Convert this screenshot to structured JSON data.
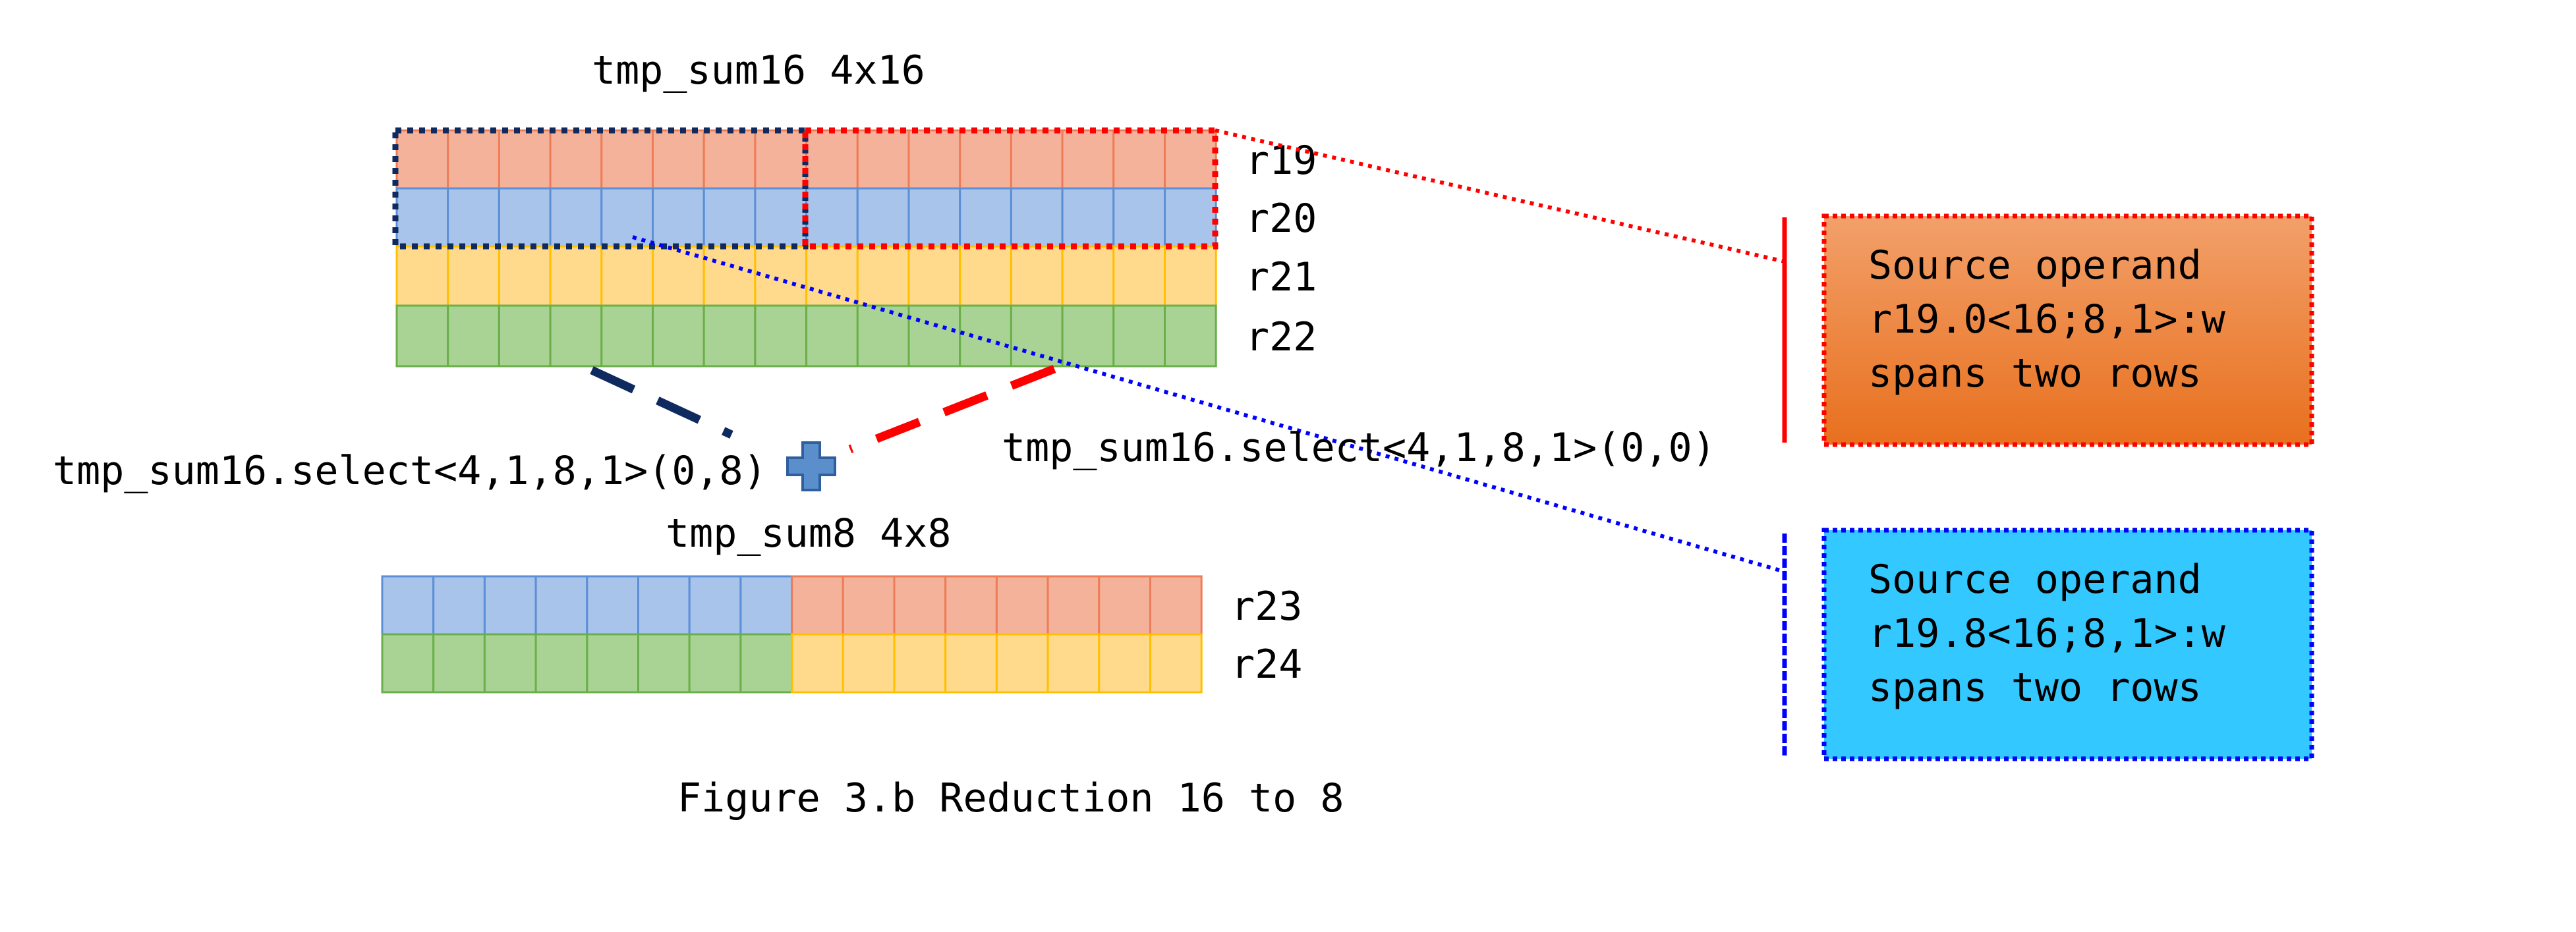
{
  "title_top": "tmp_sum16 4x16",
  "title_bottom": "tmp_sum8 4x8",
  "select_left": "tmp_sum16.select<4,1,8,1>(0,8)",
  "select_right": "tmp_sum16.select<4,1,8,1>(0,0)",
  "caption": "Figure 3.b Reduction 16 to 8",
  "top_rows": [
    {
      "label": "r19",
      "fill": "#F4B29A",
      "stroke": "#ED7D57"
    },
    {
      "label": "r20",
      "fill": "#A9C4EA",
      "stroke": "#5B8FD6"
    },
    {
      "label": "r21",
      "fill": "#FFD98C",
      "stroke": "#FFC000"
    },
    {
      "label": "r22",
      "fill": "#A9D394",
      "stroke": "#6AAF4A"
    }
  ],
  "bottom_rows": [
    {
      "label": "r23",
      "left_fill": "#A9C4EA",
      "left_stroke": "#5B8FD6",
      "right_fill": "#F4B29A",
      "right_stroke": "#ED7D57"
    },
    {
      "label": "r24",
      "left_fill": "#A9D394",
      "left_stroke": "#6AAF4A",
      "right_fill": "#FFD98C",
      "right_stroke": "#FFC000"
    }
  ],
  "callouts": [
    {
      "lines": [
        "Source operand",
        "r19.0<16;8,1>:w",
        "spans two rows"
      ],
      "color": "#F08030",
      "border": "#FF0000"
    },
    {
      "lines": [
        "Source operand",
        "r19.8<16;8,1>:w",
        "spans two rows"
      ],
      "color": "#33C8FF",
      "border": "#0000FF"
    }
  ],
  "colors": {
    "navy": "#0F2A5E",
    "red": "#FF0000",
    "blue": "#0000FF",
    "plus_fill": "#5B8FCB",
    "plus_stroke": "#2F5F9F"
  }
}
